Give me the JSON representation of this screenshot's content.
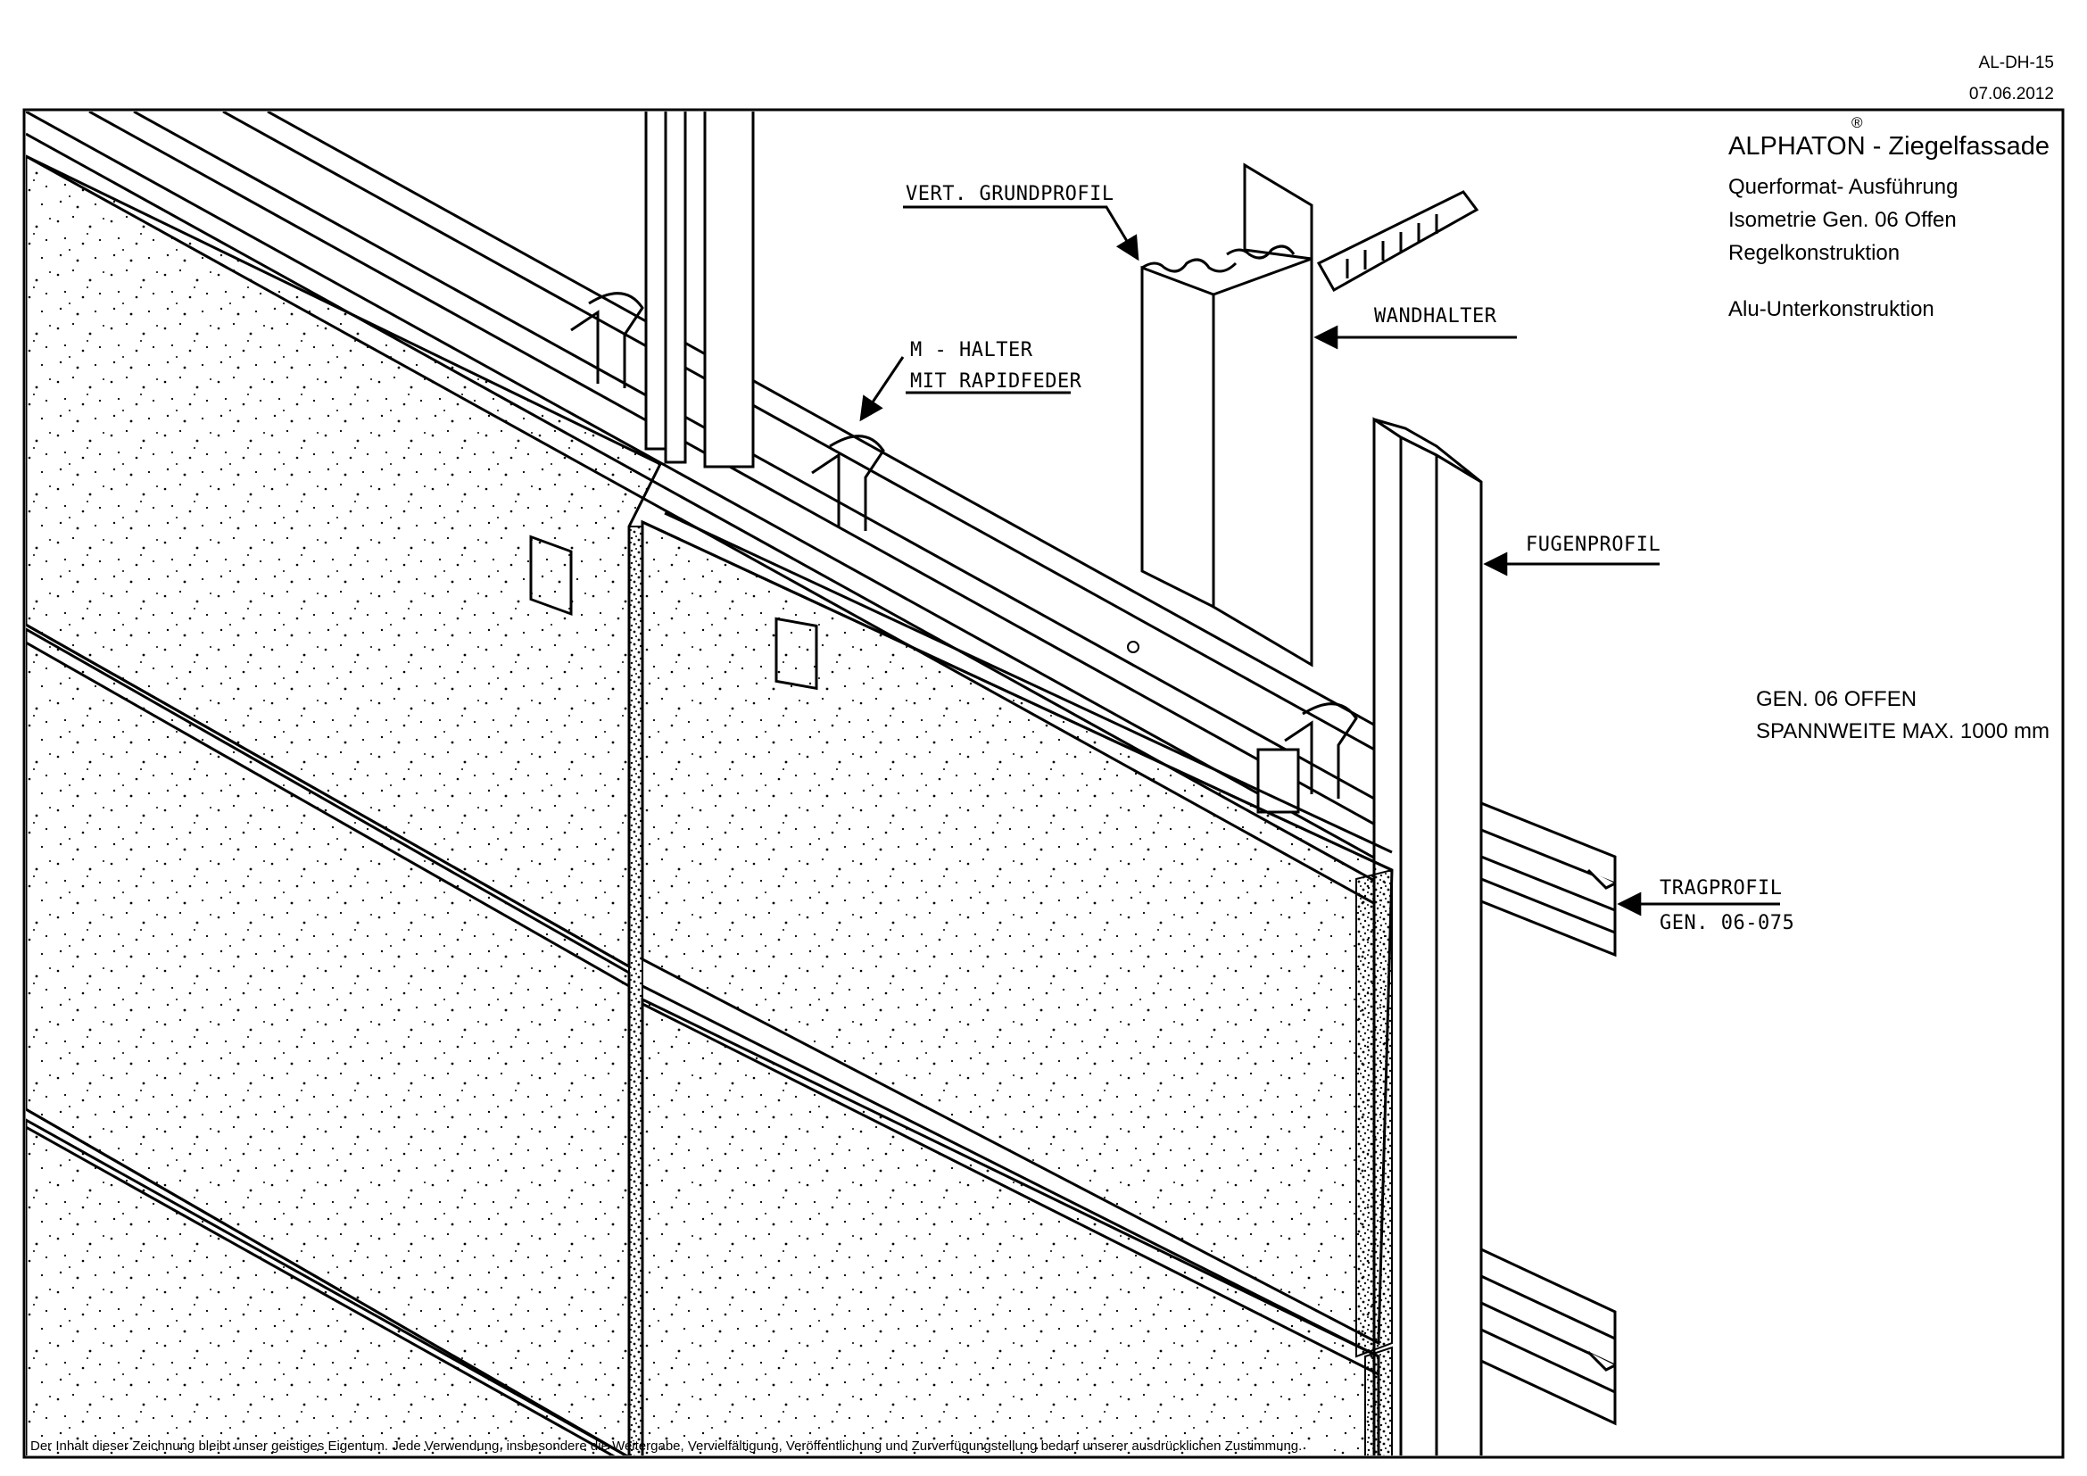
{
  "meta": {
    "drawing_no": "AL-DH-15",
    "date": "07.06.2012"
  },
  "title_block": {
    "brand": "ALPHATON",
    "registered_mark": "®",
    "title_suffix": " - Ziegelfassade",
    "line1": "Querformat- Ausführung",
    "line2": "Isometrie  Gen. 06  Offen",
    "line3": "Regelkonstruktion",
    "line4": "Alu-Unterkonstruktion"
  },
  "spec": {
    "line1": "GEN. 06   OFFEN",
    "line2": "SPANNWEITE MAX. 1000 mm"
  },
  "labels": {
    "vert_grundprofil": "VERT. GRUNDPROFIL",
    "wandhalter": "WANDHALTER",
    "m_halter_1": "M - HALTER",
    "m_halter_2": "MIT RAPIDFEDER",
    "fugenprofil": "FUGENPROFIL",
    "tragprofil_1": "TRAGPROFIL",
    "tragprofil_2": "GEN. 06-075"
  },
  "footer": "Der Inhalt dieser Zeichnung bleibt unser geistiges Eigentum. Jede Verwendung, insbesondere die Weitergabe, Vervielfältigung, Veröffentlichung und Zurverfügungstellung bedarf unserer ausdrücklichen Zustimmung.",
  "colors": {
    "line": "#000000",
    "background": "#ffffff"
  }
}
